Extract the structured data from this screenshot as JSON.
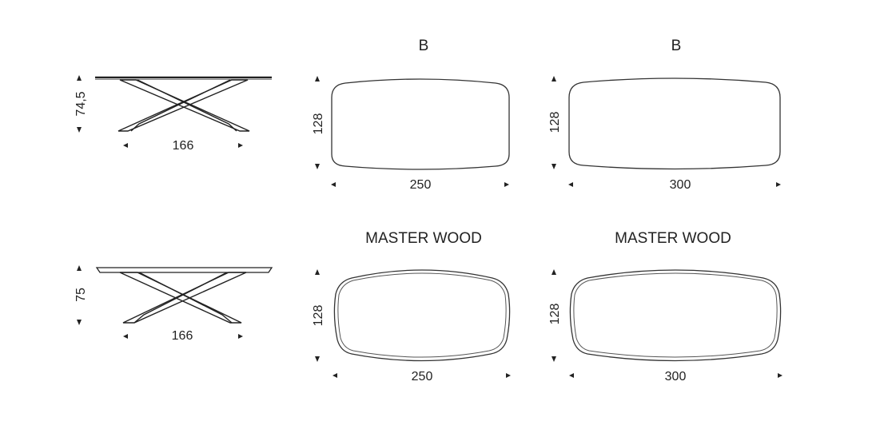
{
  "rows": [
    {
      "side_view": {
        "height": "74,5",
        "width": "166"
      },
      "top_views": [
        {
          "title": "B",
          "depth": "128",
          "length": "250"
        },
        {
          "title": "B",
          "depth": "128",
          "length": "300"
        }
      ]
    },
    {
      "side_view": {
        "height": "75",
        "width": "166"
      },
      "top_views": [
        {
          "title": "MASTER WOOD",
          "depth": "128",
          "length": "250"
        },
        {
          "title": "MASTER WOOD",
          "depth": "128",
          "length": "300"
        }
      ]
    }
  ]
}
